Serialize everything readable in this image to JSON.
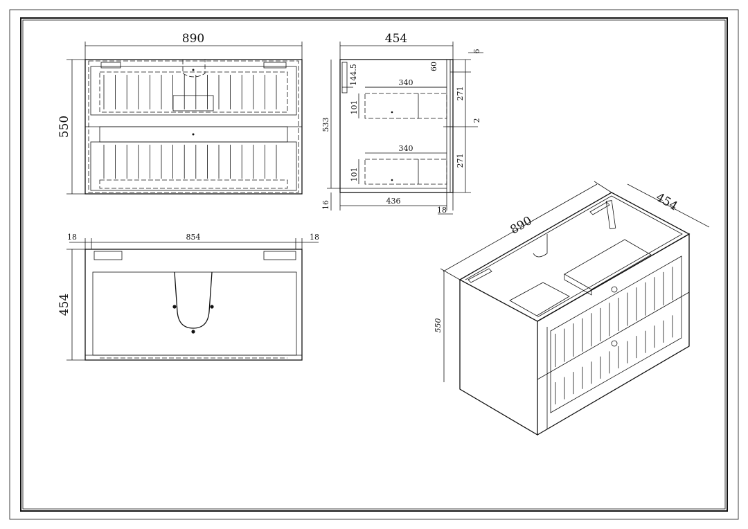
{
  "front_view": {
    "width": "890",
    "height": "550"
  },
  "side_view": {
    "depth": "454",
    "top_gap": "6",
    "top_rail": "60",
    "hanger_offset": "144.5",
    "drawer1_inner_depth": "340",
    "drawer1_height": "101",
    "drawer1_front": "271",
    "drawer_gap": "2",
    "drawer2_inner_depth": "340",
    "drawer2_height": "101",
    "drawer2_front": "271",
    "body_height": "533",
    "base_inset": "16",
    "inner_depth": "436",
    "front_thickness": "18"
  },
  "top_view": {
    "left_panel": "18",
    "inner_width": "854",
    "right_panel": "18",
    "depth": "454"
  },
  "iso_view": {
    "width": "890",
    "depth": "454",
    "height": "550"
  }
}
